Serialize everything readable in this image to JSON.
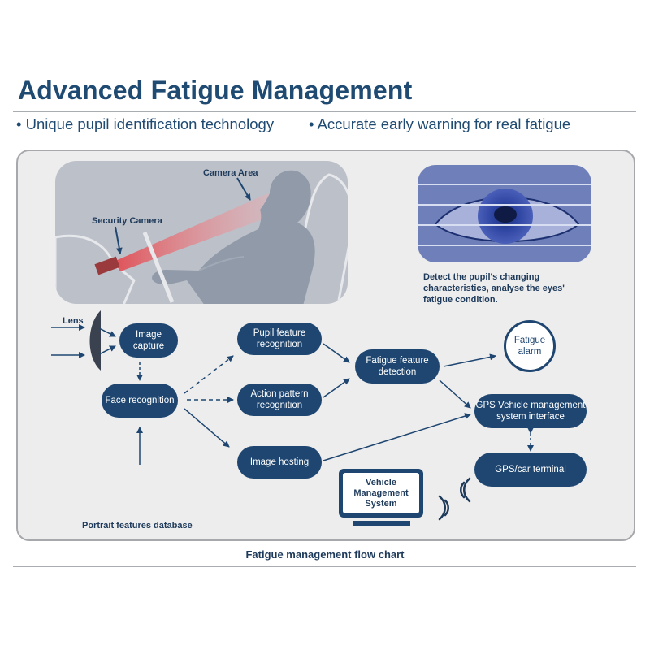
{
  "header": {
    "title": "Advanced Fatigue Management",
    "bullets": [
      "• Unique pupil identification technology",
      "• Accurate early warning for real fatigue"
    ]
  },
  "scene": {
    "camera_area_label": "Camera Area",
    "security_camera_label": "Security Camera"
  },
  "eye": {
    "caption": "Detect the pupil's changing characteristics, analyse the eyes' fatigue condition."
  },
  "flow": {
    "lens_label": "Lens",
    "image_capture": "Image capture",
    "face_recognition": "Face recognition",
    "pupil_feature": "Pupil feature recognition",
    "action_pattern": "Action pattern recognition",
    "image_hosting": "Image hosting",
    "fatigue_detection": "Fatigue feature detection",
    "fatigue_alarm": "Fatigue alarm",
    "gps_interface": "GPS Vehicle management system interface",
    "gps_terminal": "GPS/car terminal",
    "vehicle_system": "Vehicle Management System",
    "portrait_db": "Portrait features database"
  },
  "footer": {
    "caption": "Fatigue management flow chart"
  },
  "colors": {
    "brand_navy": "#1e4670",
    "title_blue": "#1f4a72",
    "panel_bg": "#ededee",
    "scene_bg": "#bcc0c9",
    "eye_bg": "#6f7fba"
  }
}
